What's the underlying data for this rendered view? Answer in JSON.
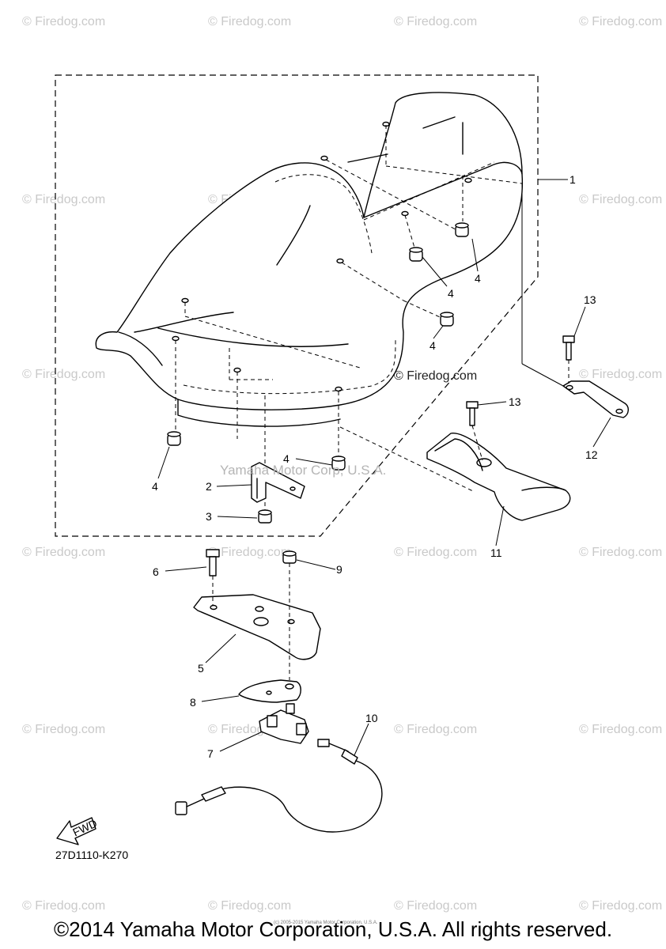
{
  "watermark": {
    "text": "© Firedog.com",
    "center_text": "© Firedog.com",
    "yamaha_text": "Yamaha Motor Corp, U.S.A."
  },
  "callouts": {
    "c1": "1",
    "c2": "2",
    "c3": "3",
    "c4a": "4",
    "c4b": "4",
    "c4c": "4",
    "c4d": "4",
    "c4e": "4",
    "c5": "5",
    "c6": "6",
    "c7": "7",
    "c8": "8",
    "c9": "9",
    "c10": "10",
    "c11": "11",
    "c12": "12",
    "c13a": "13",
    "c13b": "13"
  },
  "fwd_label": "FWD",
  "diagram_code": "27D1110-K270",
  "copyright": "©2014 Yamaha Motor Corporation, U.S.A. All rights reserved.",
  "tiny_notice": "(c) 2005-2015 Yamaha Motor Corporation, U.S.A."
}
